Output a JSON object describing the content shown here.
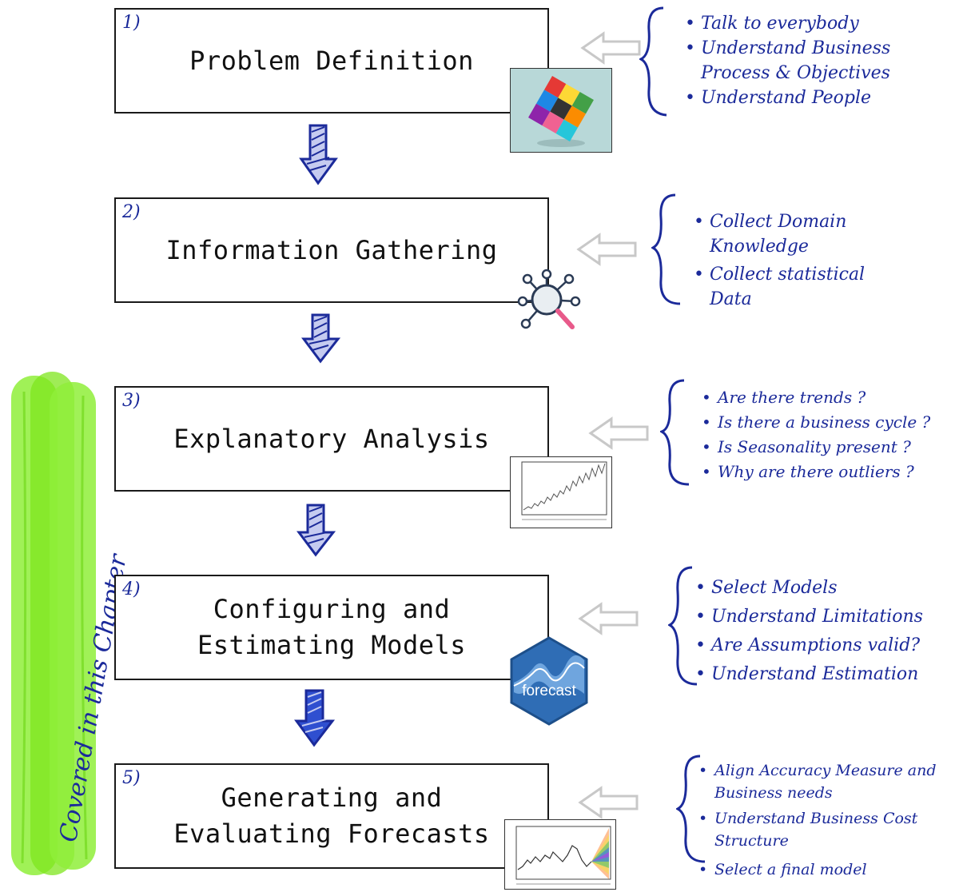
{
  "steps": [
    {
      "number": "1)",
      "title": "Problem Definition",
      "notes": [
        "Talk to everybody",
        "Understand Business Process & Objectives",
        "Understand People"
      ],
      "icon": "rubiks-cube-icon"
    },
    {
      "number": "2)",
      "title": "Information Gathering",
      "notes": [
        "Collect Domain Knowledge",
        "Collect statistical Data"
      ],
      "icon": "magnifier-network-icon"
    },
    {
      "number": "3)",
      "title": "Explanatory Analysis",
      "notes": [
        "Are there trends ?",
        "Is there a business cycle ?",
        "Is Seasonality present ?",
        "Why are there outliers ?"
      ],
      "icon": "time-series-plot-icon"
    },
    {
      "number": "4)",
      "title": "Configuring and\nEstimating Models",
      "notes": [
        "Select Models",
        "Understand Limitations",
        "Are Assumptions valid?",
        "Understand Estimation"
      ],
      "icon": "forecast-hex-logo-icon",
      "logo_text": "forecast"
    },
    {
      "number": "5)",
      "title": "Generating and\nEvaluating Forecasts",
      "notes": [
        "Align Accuracy Measure and Business needs",
        "Understand Business Cost Structure",
        "Select a final model"
      ],
      "icon": "forecast-fan-chart-icon"
    }
  ],
  "sidebar": {
    "label": "Covered in this Chapter"
  },
  "colors": {
    "ink": "#1b2a9a",
    "highlight": "#7fe61e",
    "arrow_grey": "#c8c8c8",
    "box_border": "#1a1a1a"
  }
}
